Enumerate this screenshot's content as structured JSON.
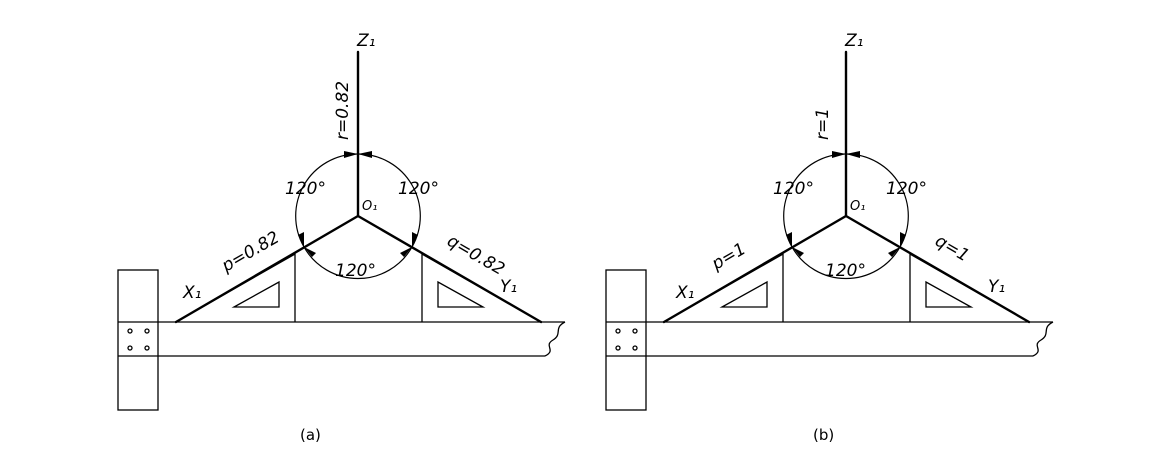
{
  "diagrams": [
    {
      "axis_z": "Z₁",
      "axis_x": "X₁",
      "axis_y": "Y₁",
      "origin": "O₁",
      "r_label": "r=0.82",
      "p_label": "p=0.82",
      "q_label": "q=0.82",
      "angle_left": "120°",
      "angle_right": "120°",
      "angle_bottom": "120°",
      "caption": "(a)"
    },
    {
      "axis_z": "Z₁",
      "axis_x": "X₁",
      "axis_y": "Y₁",
      "origin": "O₁",
      "r_label": "r=1",
      "p_label": "p=1",
      "q_label": "q=1",
      "angle_left": "120°",
      "angle_right": "120°",
      "angle_bottom": "120°",
      "caption": "(b)"
    }
  ]
}
